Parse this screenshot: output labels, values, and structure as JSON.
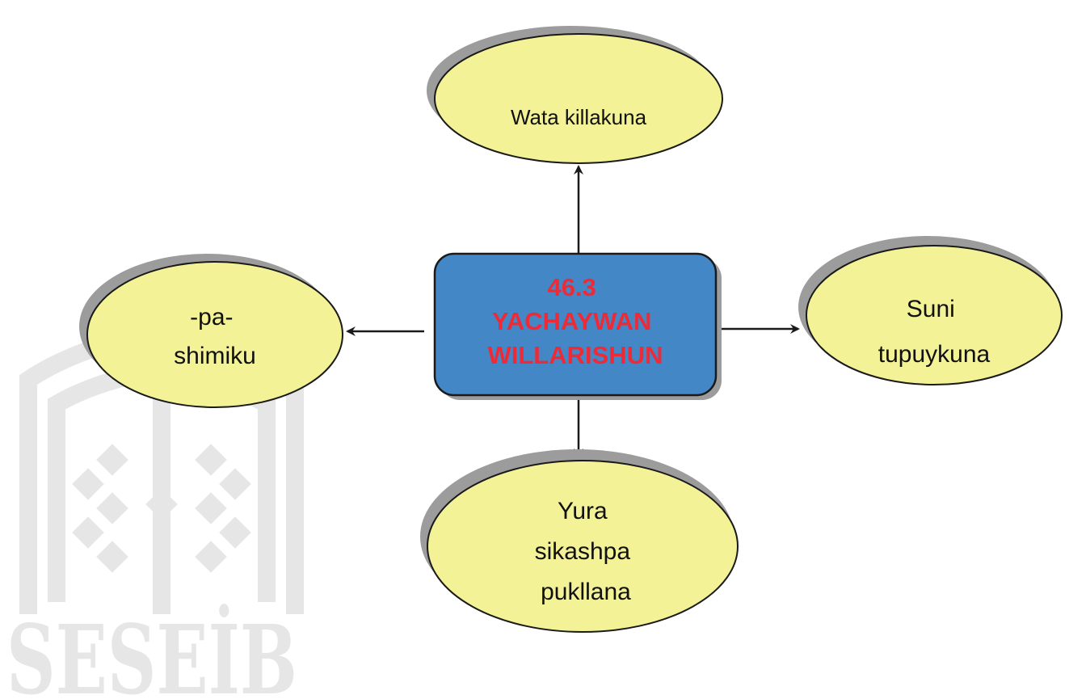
{
  "colors": {
    "ellipse_fill": "#f3f296",
    "shadow": "#9c9c9c",
    "center_fill": "#4487c6",
    "center_text": "#ee2a36",
    "stroke": "#1a1a1a",
    "watermark": "#e6e6e6"
  },
  "watermark": {
    "text": "SESEİB",
    "icon": "book-logo-icon"
  },
  "center": {
    "lines": [
      "46.3",
      "YACHAYWAN",
      "WILLARISHUN"
    ]
  },
  "nodes": {
    "top": {
      "lines": [
        "Wata killakuna"
      ]
    },
    "left": {
      "lines": [
        "-pa-",
        "shimiku"
      ]
    },
    "right": {
      "lines": [
        "Suni",
        "tupuykuna"
      ]
    },
    "bottom": {
      "lines": [
        "Yura",
        "sikashpa",
        "pukllana"
      ]
    }
  }
}
